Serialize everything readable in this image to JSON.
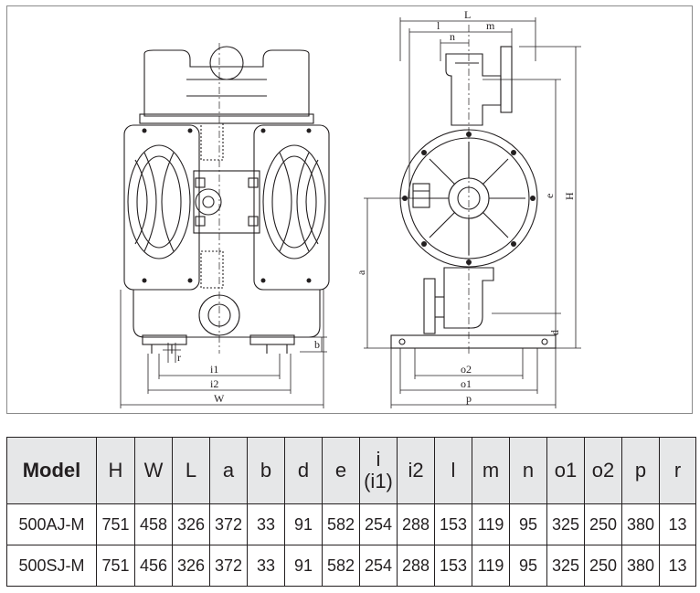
{
  "drawing": {
    "front_labels": {
      "r": "r",
      "b": "b",
      "i1": "i1",
      "i2": "i2",
      "W": "W"
    },
    "side_labels": {
      "L": "L",
      "l": "l",
      "m": "m",
      "n": "n",
      "e": "e",
      "H": "H",
      "a": "a",
      "d": "d",
      "o2": "o2",
      "o1": "o1",
      "p": "p"
    }
  },
  "table": {
    "headers": [
      "Model",
      "H",
      "W",
      "L",
      "a",
      "b",
      "d",
      "e",
      "i",
      "i2",
      "l",
      "m",
      "n",
      "o1",
      "o2",
      "p",
      "r"
    ],
    "header_i_sub": "(i1)",
    "rows": [
      [
        "500AJ-M",
        "751",
        "458",
        "326",
        "372",
        "33",
        "91",
        "582",
        "254",
        "288",
        "153",
        "119",
        "95",
        "325",
        "250",
        "380",
        "13"
      ],
      [
        "500SJ-M",
        "751",
        "456",
        "326",
        "372",
        "33",
        "91",
        "582",
        "254",
        "288",
        "153",
        "119",
        "95",
        "325",
        "250",
        "380",
        "13"
      ]
    ]
  }
}
